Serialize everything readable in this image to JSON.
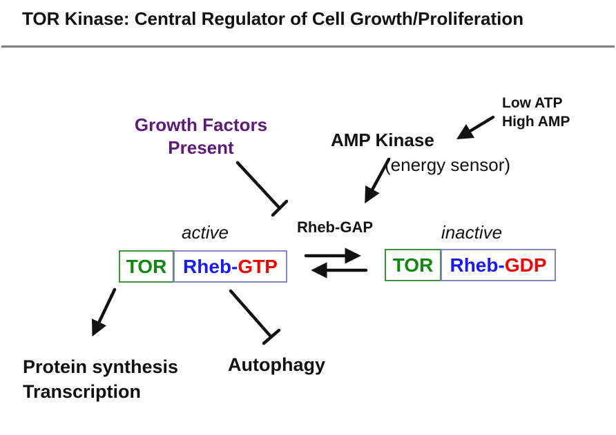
{
  "title": "TOR Kinase: Central Regulator of Cell Growth/Proliferation",
  "colors": {
    "purple": "#5E1A78",
    "green": "#108810",
    "green_border": "#3E8E3E",
    "blue": "#1A1AEE",
    "red": "#EE0000",
    "slate_border": "#8585C0",
    "black": "#111111",
    "rule_gray": "#7F7F7F"
  },
  "diagram": {
    "growth_factors": {
      "line1": "Growth Factors",
      "line2": "Present"
    },
    "amp_kinase": {
      "label": "AMP Kinase",
      "sub": "(energy sensor)"
    },
    "energy_state": {
      "line1": "Low ATP",
      "line2": "High AMP"
    },
    "rheb_gap_label": "Rheb-GAP",
    "active_label": "active",
    "inactive_label": "inactive",
    "active_complex": {
      "tor": "TOR",
      "rheb_prefix": "Rheb-",
      "nucleotide": "GTP"
    },
    "inactive_complex": {
      "tor": "TOR",
      "rheb_prefix": "Rheb-",
      "nucleotide": "GDP"
    },
    "outputs": {
      "line1": "Protein synthesis",
      "line2": "Transcription"
    },
    "autophagy_label": "Autophagy"
  }
}
